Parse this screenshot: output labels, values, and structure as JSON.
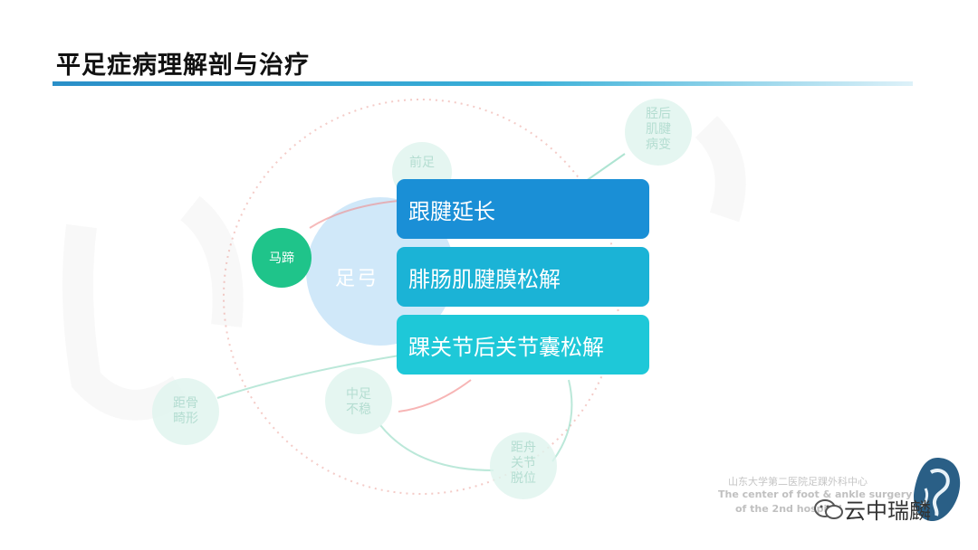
{
  "slide": {
    "title": "平足症病理解剖与治疗",
    "boxes": [
      {
        "label": "跟腱延长",
        "color": "#1a8fd6"
      },
      {
        "label": "腓肠肌腱膜松解",
        "color": "#1bb3d6"
      },
      {
        "label": "踝关节后关节囊松解",
        "color": "#1ec8d8"
      }
    ],
    "nodes": {
      "horse_hoof": "马蹄",
      "center": "足弓",
      "forefoot": "前足",
      "posterior_tibialis": "胫后肌腱病变",
      "calcaneus": "距骨畸形",
      "midfoot": "中足不稳",
      "talonavicular": "距舟关节脱位"
    },
    "colors": {
      "horse_hoof": "#1fc48a",
      "center": "#c8e4f8",
      "faded_node": "#dff4ee"
    }
  },
  "watermark": {
    "cn": "山东大学第二医院足踝外科中心",
    "en_line1": "The center of foot & ankle surgery",
    "en_line2": "of the 2nd hospital",
    "brand": "云中瑞麟"
  }
}
